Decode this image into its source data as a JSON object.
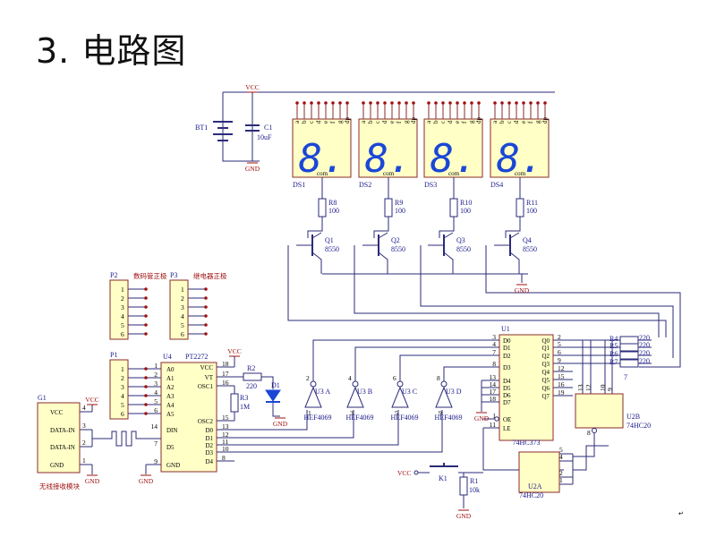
{
  "page": {
    "heading": "3. 电路图",
    "cursor_mark": "↵"
  },
  "power": {
    "vcc": "VCC",
    "gnd": "GND"
  },
  "battery": {
    "ref": "BT1"
  },
  "capacitor": {
    "ref": "C1",
    "value": "10uF"
  },
  "displays": [
    {
      "ref": "DS1",
      "com": "com"
    },
    {
      "ref": "DS2",
      "com": "com"
    },
    {
      "ref": "DS3",
      "com": "com"
    },
    {
      "ref": "DS4",
      "com": "com"
    }
  ],
  "segment_pins": [
    "a",
    "b",
    "c",
    "d",
    "e",
    "f",
    "g",
    "dp"
  ],
  "digit_glyph": "8.",
  "base_resistors": [
    {
      "ref": "R8",
      "value": "100"
    },
    {
      "ref": "R9",
      "value": "100"
    },
    {
      "ref": "R10",
      "value": "100"
    },
    {
      "ref": "R11",
      "value": "100"
    }
  ],
  "transistors": [
    {
      "ref": "Q1",
      "part": "8550"
    },
    {
      "ref": "Q2",
      "part": "8550"
    },
    {
      "ref": "Q3",
      "part": "8550"
    },
    {
      "ref": "Q4",
      "part": "8550"
    }
  ],
  "headers": [
    {
      "ref": "P2",
      "title": "数码管正极",
      "pins": [
        "1",
        "2",
        "3",
        "4",
        "5",
        "6"
      ]
    },
    {
      "ref": "P3",
      "title": "继电器正极",
      "pins": [
        "1",
        "2",
        "3",
        "4",
        "5",
        "6"
      ]
    },
    {
      "ref": "P1",
      "title": "",
      "pins": [
        "1",
        "2",
        "3",
        "4",
        "5",
        "6"
      ]
    }
  ],
  "receiver": {
    "ref": "G1",
    "caption": "无线接收模块",
    "pins": [
      "VCC",
      "DATA-IN",
      "DATA-IN",
      "GND"
    ],
    "pin_numbers": [
      "4",
      "3",
      "2",
      "1"
    ]
  },
  "decoder": {
    "ref": "U4",
    "part": "PT2272",
    "left_pins": [
      "A0",
      "A1",
      "A2",
      "A3",
      "A4",
      "A5",
      "DIN",
      "D5",
      "GND"
    ],
    "left_numbers": [
      "1",
      "2",
      "3",
      "4",
      "5",
      "6",
      "14",
      "7",
      "9"
    ],
    "right_pins": [
      "VCC",
      "VT",
      "OSC1",
      "OSC2",
      "D0",
      "D1",
      "D2",
      "D3",
      "D4"
    ],
    "right_numbers": [
      "18",
      "17",
      "16",
      "15",
      "13",
      "12",
      "11",
      "10",
      "8"
    ]
  },
  "r2": {
    "ref": "R2",
    "value": "220"
  },
  "r3": {
    "ref": "R3",
    "value": "1M"
  },
  "led": {
    "ref": "D1"
  },
  "inverters": [
    {
      "ref": "U3A",
      "part": "HEF4069",
      "in": "1",
      "out": "2"
    },
    {
      "ref": "U3B",
      "part": "HEF4069",
      "in": "3",
      "out": "4"
    },
    {
      "ref": "U3C",
      "part": "HEF4069",
      "in": "5",
      "out": "6"
    },
    {
      "ref": "U3D",
      "part": "HEF4069",
      "in": "9",
      "out": "8"
    }
  ],
  "latch": {
    "ref": "U1",
    "part": "74HC373",
    "left_pins": [
      "D0",
      "D1",
      "D2",
      "D3",
      "D4",
      "D5",
      "D6",
      "D7",
      "OE",
      "LE"
    ],
    "left_numbers": [
      "3",
      "4",
      "7",
      "8",
      "13",
      "14",
      "17",
      "18",
      "1",
      "11"
    ],
    "right_pins": [
      "Q0",
      "Q1",
      "Q2",
      "Q3",
      "Q4",
      "Q5",
      "Q6",
      "Q7"
    ],
    "right_numbers": [
      "2",
      "5",
      "6",
      "9",
      "12",
      "15",
      "16",
      "19"
    ]
  },
  "seg_resistors": [
    {
      "ref": "R4",
      "value": "220"
    },
    {
      "ref": "R5",
      "value": "220"
    },
    {
      "ref": "R6",
      "value": "220"
    },
    {
      "ref": "R7",
      "value": "220"
    }
  ],
  "gate_b": {
    "ref": "U2B",
    "part": "74HC20",
    "pins": [
      "13",
      "12",
      "10",
      "9",
      "8"
    ]
  },
  "gate_a": {
    "ref": "U2A",
    "part": "74HC20",
    "pins": [
      "5",
      "4",
      "2",
      "1",
      "6"
    ]
  },
  "switch": {
    "ref": "K1"
  },
  "r1": {
    "ref": "R1",
    "value": "10k"
  }
}
